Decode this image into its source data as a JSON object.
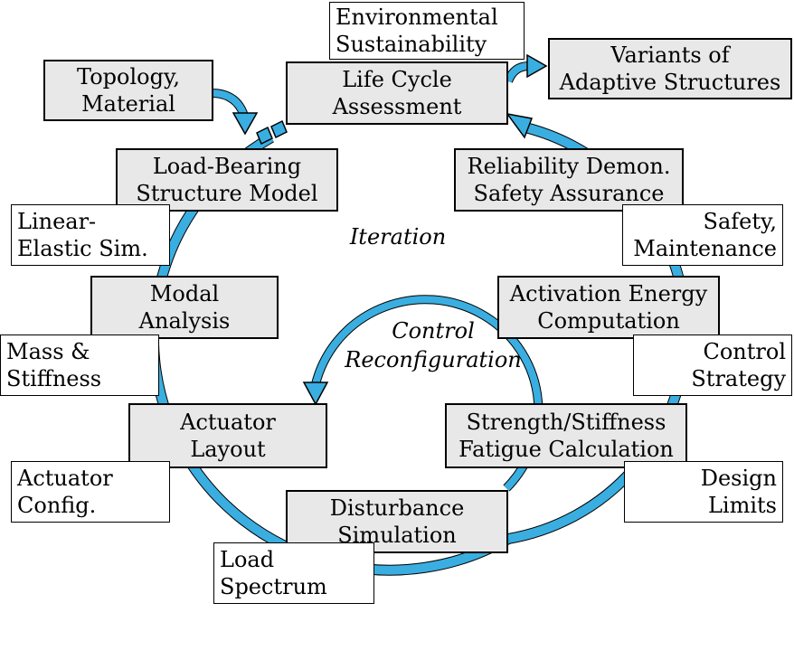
{
  "colors": {
    "arrow": "#3aaee0",
    "arrow_outline": "#000000",
    "step_fill": "#e8e8e8",
    "note_fill": "#ffffff"
  },
  "labels": {
    "iteration": "Iteration",
    "control_reconfiguration": [
      "Control",
      "Reconfiguration"
    ]
  },
  "inputs": {
    "topology_material": [
      "Topology,",
      "Material"
    ],
    "environmental_sustainability": [
      "Environmental",
      "Sustainability"
    ]
  },
  "output": {
    "variants": [
      "Variants of",
      "Adaptive Structures"
    ]
  },
  "steps": {
    "life_cycle": [
      "Life Cycle",
      "Assessment"
    ],
    "load_bearing": [
      "Load-Bearing",
      "Structure Model"
    ],
    "modal_analysis": [
      "Modal",
      "Analysis"
    ],
    "actuator_layout": [
      "Actuator",
      "Layout"
    ],
    "disturbance": [
      "Disturbance",
      "Simulation"
    ],
    "strength": [
      "Strength/Stiffness",
      "Fatigue Calculation"
    ],
    "activation_energy": [
      "Activation Energy",
      "Computation"
    ],
    "reliability": [
      "Reliability Demon.",
      "Safety Assurance"
    ]
  },
  "notes": {
    "linear_elastic": [
      "Linear-",
      "Elastic Sim."
    ],
    "mass_stiffness": [
      "Mass &",
      "Stiffness"
    ],
    "actuator_config": [
      "Actuator",
      "Config."
    ],
    "load_spectrum": [
      "Load",
      "Spectrum"
    ],
    "design_limits": [
      "Design",
      "Limits"
    ],
    "control_strategy": [
      "Control",
      "Strategy"
    ],
    "safety_maintenance": [
      "Safety,",
      "Maintenance"
    ]
  }
}
